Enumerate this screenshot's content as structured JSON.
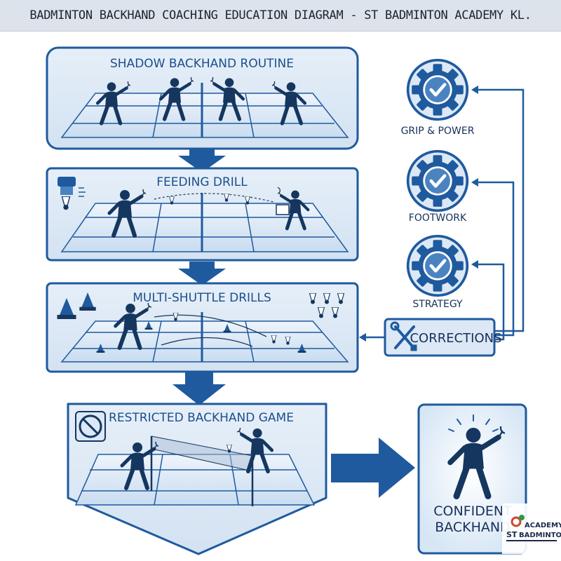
{
  "header": {
    "title": "BADMINTON BACKHAND COACHING EDUCATION DIAGRAM - ST BADMINTON ACADEMY KL."
  },
  "steps": [
    {
      "title": "SHADOW BACKHAND ROUTINE"
    },
    {
      "title": "FEEDING DRILL"
    },
    {
      "title": "MULTI-SHUTTLE DRILLS"
    },
    {
      "title": "RESTRICTED BACKHAND GAME"
    }
  ],
  "feedback": {
    "checks": [
      {
        "label": "GRIP & POWER",
        "icon": "gear-check-icon"
      },
      {
        "label": "FOOTWORK",
        "icon": "gear-check-icon"
      },
      {
        "label": "STRATEGY",
        "icon": "gear-check-icon"
      }
    ],
    "corrections": {
      "label": "CORRECTIONS",
      "icon": "wrench-screwdriver-icon"
    }
  },
  "outcome": {
    "line1": "CONFIDENT",
    "line2": "BACKHAND"
  },
  "logo": {
    "top": "ACADEMY",
    "main": "BADMINTON",
    "mark": "ST"
  },
  "colors": {
    "primary": "#1f5a9e",
    "dark": "#15365f",
    "panel": "#dce8f5",
    "header_bg": "#dde3ea"
  }
}
